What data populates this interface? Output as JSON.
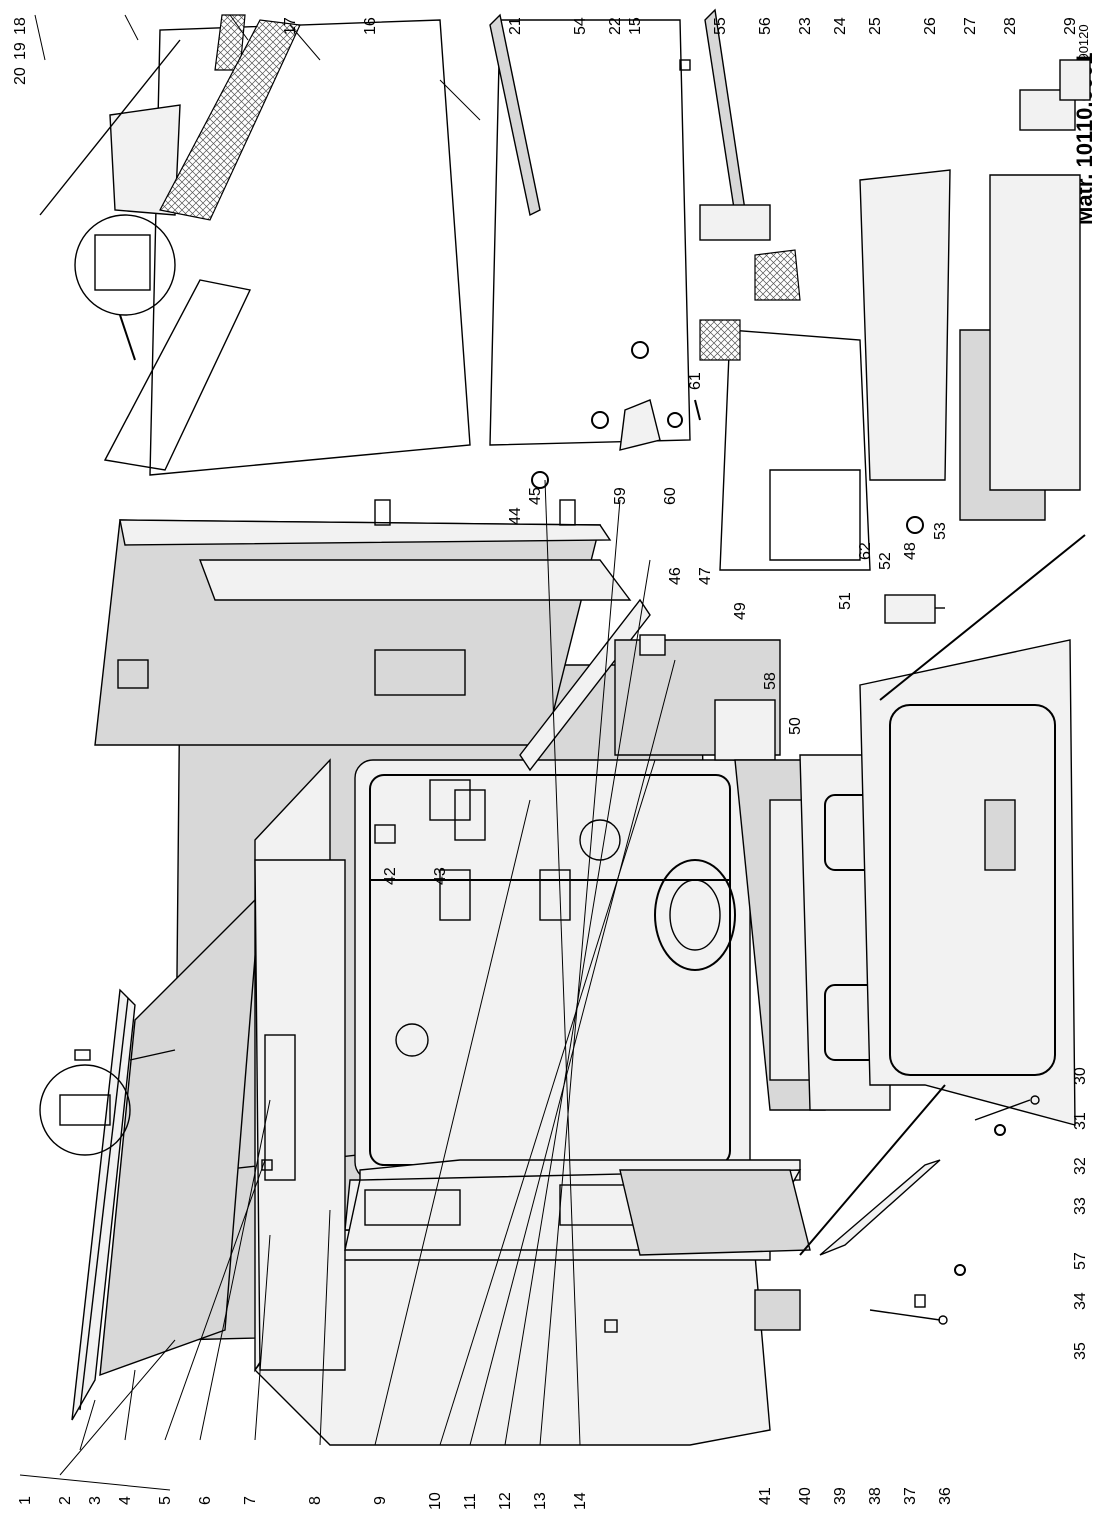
{
  "header": {
    "model_label": "Matr. 10110.0001",
    "figure_code": "2190120"
  },
  "callouts": {
    "bottom_row": [
      "1",
      "2",
      "3",
      "4",
      "5",
      "6",
      "7",
      "8",
      "9",
      "10",
      "11",
      "12",
      "13",
      "14",
      "15",
      "16",
      "17",
      "18",
      "19",
      "20"
    ],
    "top_row": [
      "41",
      "40",
      "39",
      "38",
      "37",
      "36",
      "35",
      "34",
      "57",
      "33",
      "32",
      "31",
      "30",
      "53",
      "52",
      "51",
      "50",
      "58",
      "49",
      "47",
      "46",
      "44",
      "45",
      "59",
      "60",
      "61",
      "62",
      "48",
      "29",
      "28",
      "27",
      "26",
      "25",
      "24",
      "23",
      "56",
      "55",
      "22",
      "54",
      "21"
    ],
    "middle": [
      "42",
      "43"
    ]
  }
}
